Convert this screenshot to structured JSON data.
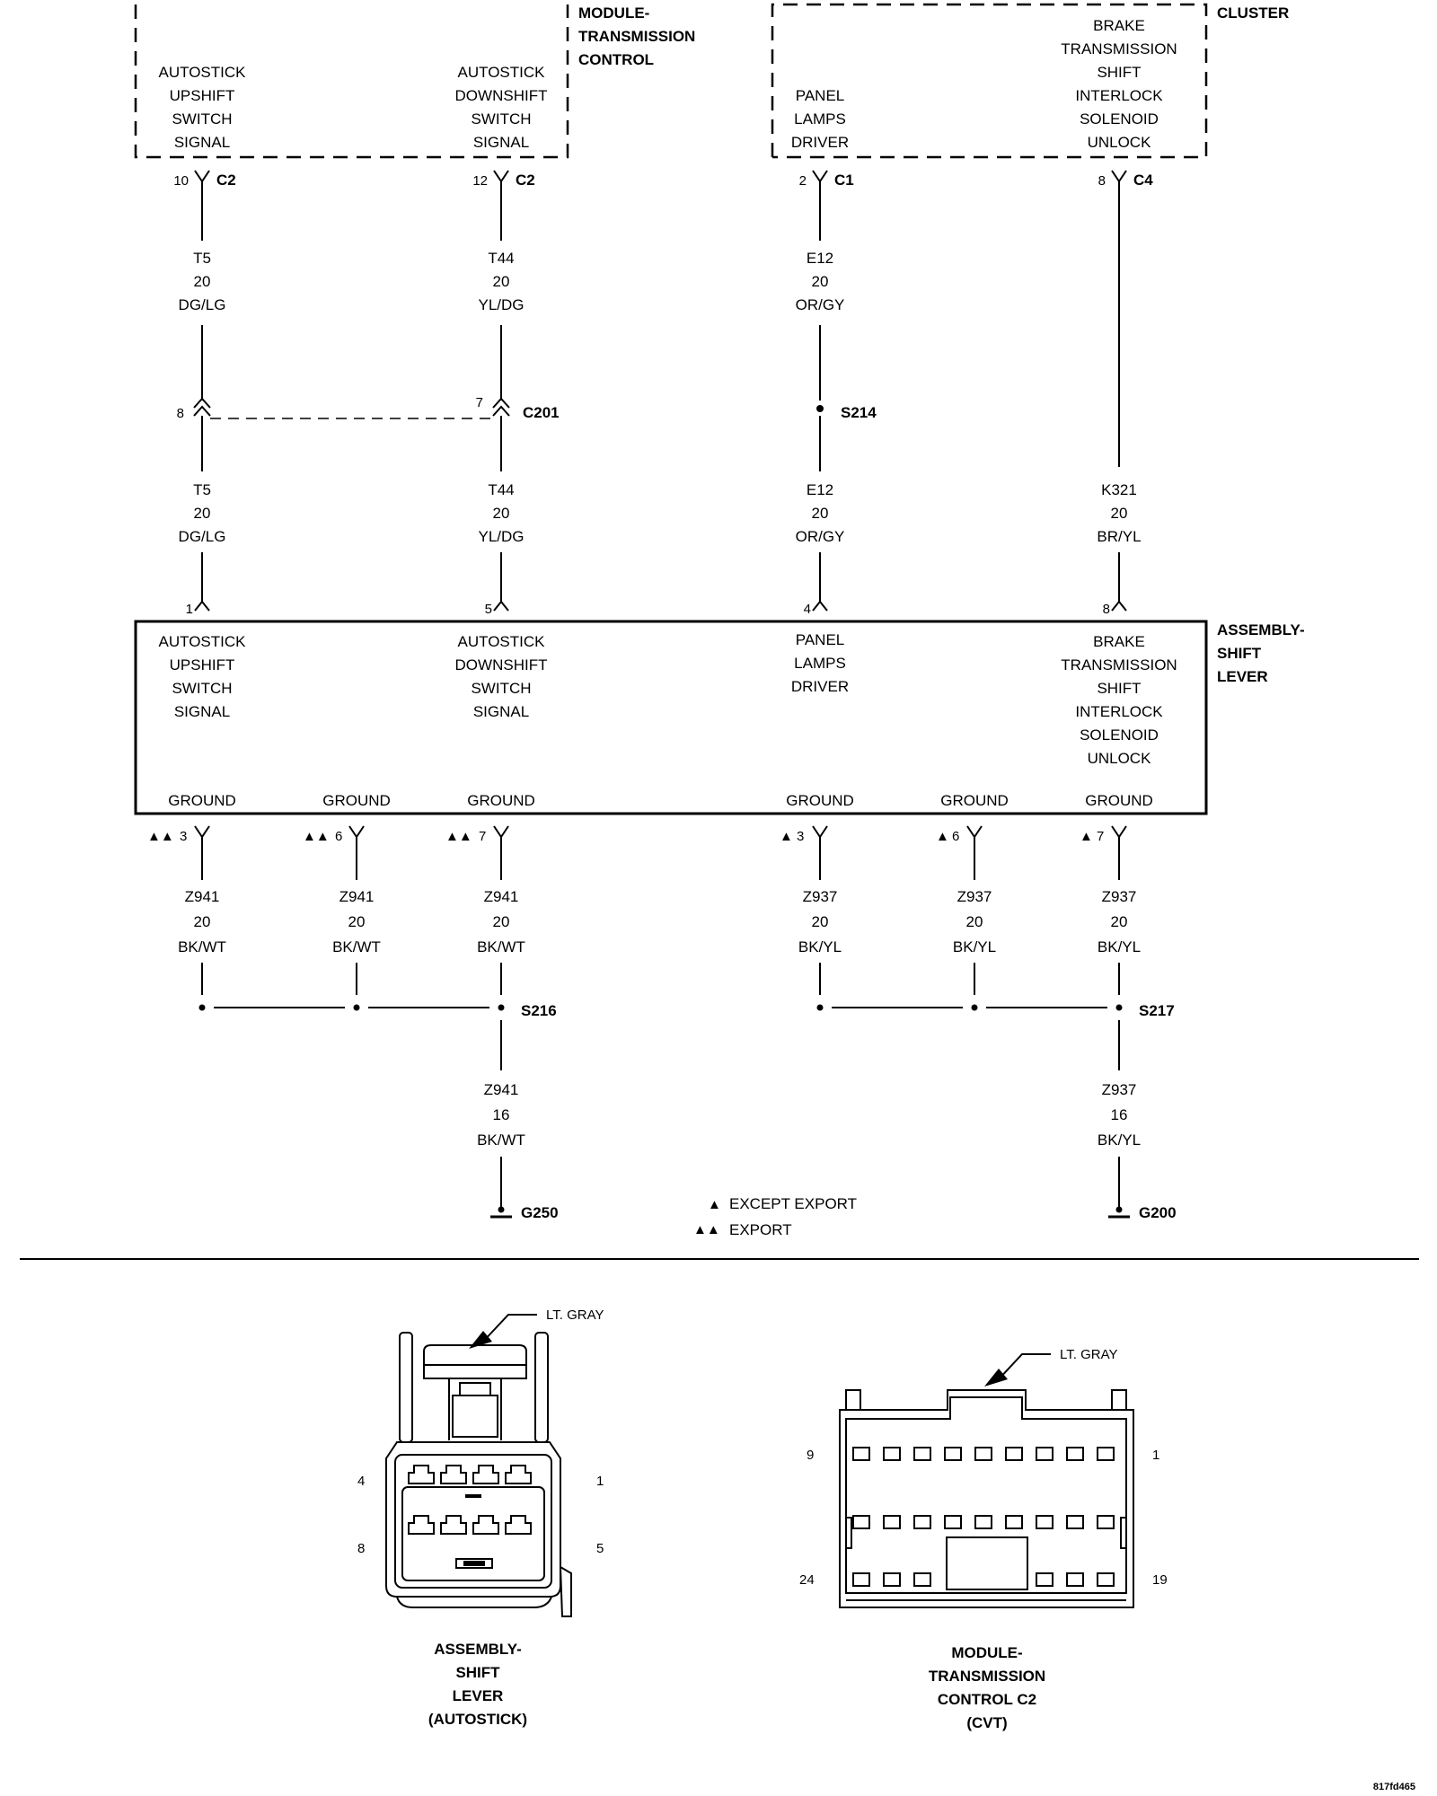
{
  "modules": {
    "tcm": {
      "title": [
        "MODULE-",
        "TRANSMISSION",
        "CONTROL"
      ],
      "upshift": [
        "AUTOSTICK",
        "UPSHIFT",
        "SWITCH",
        "SIGNAL"
      ],
      "downshift": [
        "AUTOSTICK",
        "DOWNSHIFT",
        "SWITCH",
        "SIGNAL"
      ]
    },
    "cluster": {
      "title": "CLUSTER",
      "panel": [
        "PANEL",
        "LAMPS",
        "DRIVER"
      ],
      "bts": [
        "BRAKE",
        "TRANSMISSION",
        "SHIFT",
        "INTERLOCK",
        "SOLENOID",
        "UNLOCK"
      ]
    },
    "shift_lever": {
      "title": [
        "ASSEMBLY-",
        "SHIFT",
        "LEVER"
      ],
      "upshift": [
        "AUTOSTICK",
        "UPSHIFT",
        "SWITCH",
        "SIGNAL"
      ],
      "downshift": [
        "AUTOSTICK",
        "DOWNSHIFT",
        "SWITCH",
        "SIGNAL"
      ],
      "panel": [
        "PANEL",
        "LAMPS",
        "DRIVER"
      ],
      "bts": [
        "BRAKE",
        "TRANSMISSION",
        "SHIFT",
        "INTERLOCK",
        "SOLENOID",
        "UNLOCK"
      ],
      "ground_label": "GROUND"
    }
  },
  "top_pins": [
    {
      "pin": "10",
      "conn": "C2"
    },
    {
      "pin": "12",
      "conn": "C2"
    },
    {
      "pin": "2",
      "conn": "C1"
    },
    {
      "pin": "8",
      "conn": "C4"
    }
  ],
  "wires_upper": [
    [
      "T5",
      "20",
      "DG/LG"
    ],
    [
      "T44",
      "20",
      "YL/DG"
    ],
    [
      "E12",
      "20",
      "OR/GY"
    ]
  ],
  "inline": {
    "pin_left": "8",
    "pin_right": "7",
    "connector": "C201",
    "splice": "S214"
  },
  "wires_lower": [
    [
      "T5",
      "20",
      "DG/LG"
    ],
    [
      "T44",
      "20",
      "YL/DG"
    ],
    [
      "E12",
      "20",
      "OR/GY"
    ],
    [
      "K321",
      "20",
      "BR/YL"
    ]
  ],
  "lever_pins": [
    "1",
    "5",
    "4",
    "8"
  ],
  "ground_pins": [
    {
      "mark": "▲▲",
      "pin": "3"
    },
    {
      "mark": "▲▲",
      "pin": "6"
    },
    {
      "mark": "▲▲",
      "pin": "7"
    },
    {
      "mark": "▲",
      "pin": "3"
    },
    {
      "mark": "▲",
      "pin": "6"
    },
    {
      "mark": "▲",
      "pin": "7"
    }
  ],
  "ground_wires": [
    [
      "Z941",
      "20",
      "BK/WT"
    ],
    [
      "Z941",
      "20",
      "BK/WT"
    ],
    [
      "Z941",
      "20",
      "BK/WT"
    ],
    [
      "Z937",
      "20",
      "BK/YL"
    ],
    [
      "Z937",
      "20",
      "BK/YL"
    ],
    [
      "Z937",
      "20",
      "BK/YL"
    ]
  ],
  "splices": {
    "left": "S216",
    "right": "S217"
  },
  "feed_wires": [
    [
      "Z941",
      "16",
      "BK/WT"
    ],
    [
      "Z937",
      "16",
      "BK/YL"
    ]
  ],
  "grounds": {
    "left": "G250",
    "right": "G200"
  },
  "legend": [
    {
      "mark": "▲",
      "text": "EXCEPT EXPORT"
    },
    {
      "mark": "▲▲",
      "text": "EXPORT"
    }
  ],
  "connector_views": {
    "lever": {
      "color": "LT. GRAY",
      "pins": {
        "tl": "4",
        "tr": "1",
        "bl": "8",
        "br": "5"
      },
      "caption": [
        "ASSEMBLY-",
        "SHIFT",
        "LEVER",
        "(AUTOSTICK)"
      ]
    },
    "tcm_c2": {
      "color": "LT. GRAY",
      "pins": {
        "tl": "9",
        "tr": "1",
        "bl": "24",
        "br": "19"
      },
      "caption": [
        "MODULE-",
        "TRANSMISSION",
        "CONTROL C2",
        "(CVT)"
      ]
    }
  },
  "figure_id": "817fd465"
}
